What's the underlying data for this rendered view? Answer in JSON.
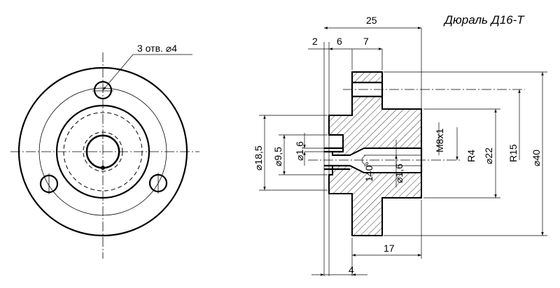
{
  "material": "Дюраль Д16-Т",
  "holes_note": "3 отв. ⌀4",
  "dimensions": {
    "total_length": "25",
    "d2": "2",
    "d6": "6",
    "d7": "7",
    "d17": "17",
    "d4": "4",
    "dia18_5": "⌀18,5",
    "dia9_5": "⌀9,5",
    "dia1_6_top": "⌀1,6",
    "dia1_6_bottom": "⌀1,6",
    "angle140": "140°",
    "thread": "M8x1",
    "r4": "R4",
    "dia22": "⌀22",
    "r15": "R15",
    "dia40": "⌀40"
  }
}
